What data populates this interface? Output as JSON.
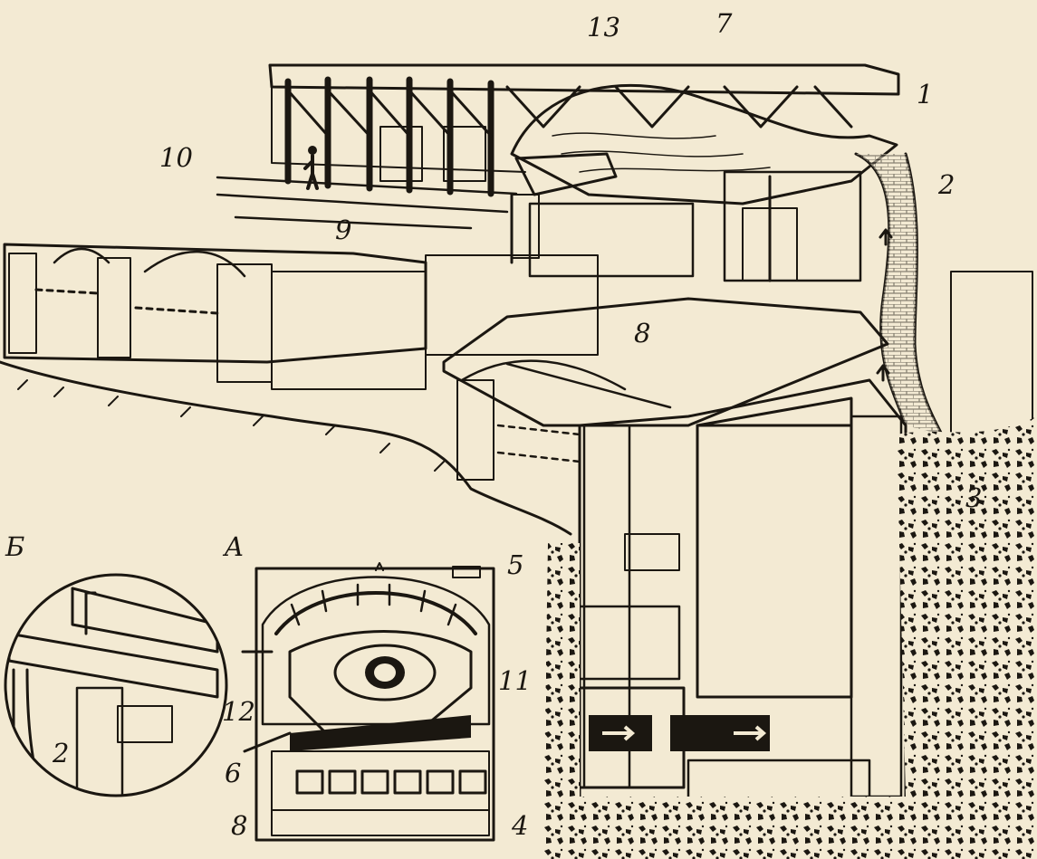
{
  "figure": {
    "main_labels": [
      "1",
      "2",
      "3",
      "4",
      "5",
      "7",
      "8",
      "9",
      "10",
      "13"
    ],
    "inset_a": {
      "title": "A",
      "labels": [
        "6",
        "8",
        "11",
        "12"
      ]
    },
    "inset_b": {
      "title": "Б",
      "labels": [
        "2"
      ]
    }
  }
}
